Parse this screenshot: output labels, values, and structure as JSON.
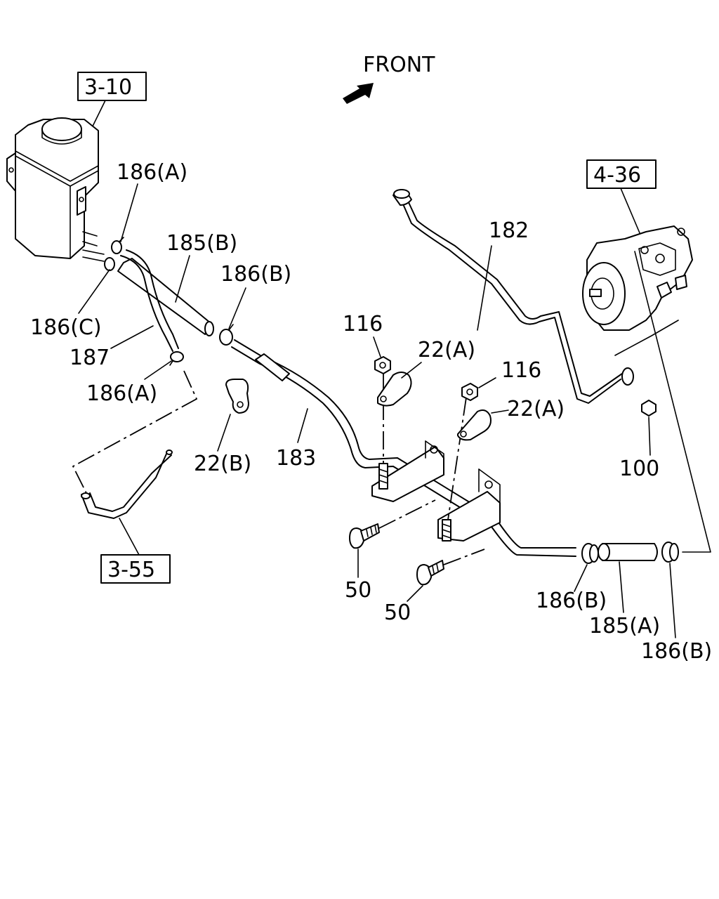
{
  "direction_label": "FRONT",
  "refs": {
    "r1": "3-10",
    "r2": "4-36",
    "r3": "3-55"
  },
  "callouts": {
    "c186a_top": "186(A)",
    "c185b": "185(B)",
    "c186b_top": "186(B)",
    "c186c": "186(C)",
    "c187": "187",
    "c186a_low": "186(A)",
    "c182": "182",
    "c116_left": "116",
    "c22a_left": "22(A)",
    "c116_right": "116",
    "c22a_right": "22(A)",
    "c22b": "22(B)",
    "c183": "183",
    "c100": "100",
    "c50_a": "50",
    "c50_b": "50",
    "c186b_bot": "186(B)",
    "c185a": "185(A)",
    "c186b_end": "186(B)"
  }
}
